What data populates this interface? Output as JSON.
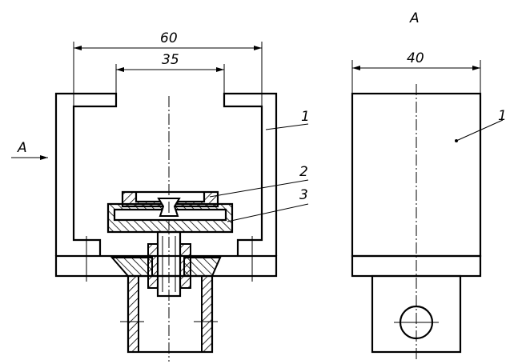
{
  "left_view": {
    "dim_outer": "60",
    "dim_inner": "35",
    "view_arrow_label": "A",
    "callouts": [
      "1",
      "2",
      "3"
    ]
  },
  "right_view": {
    "title": "A",
    "dim_width": "40",
    "callout": "1"
  }
}
